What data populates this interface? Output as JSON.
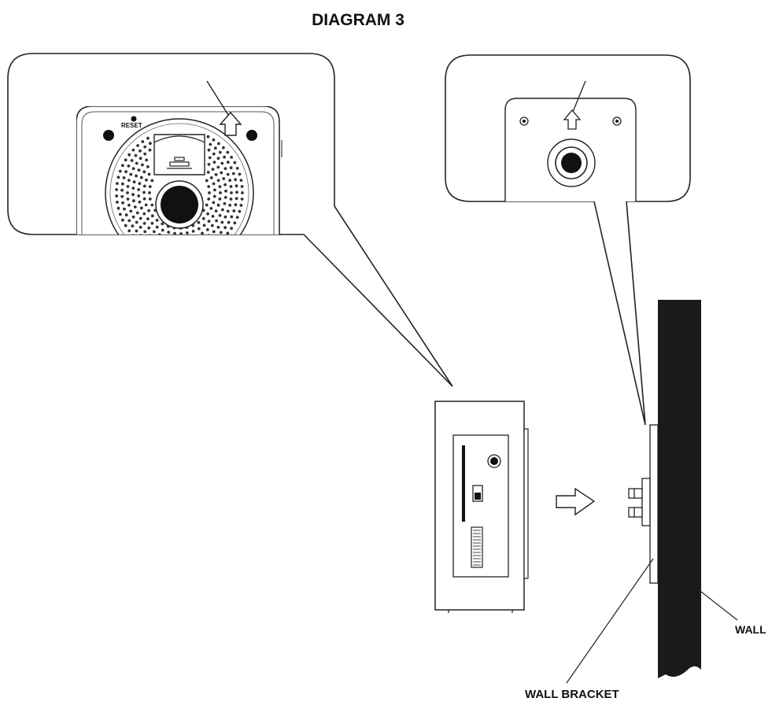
{
  "diagram": {
    "title": "DIAGRAM 3",
    "labels": {
      "reset": "RESET",
      "wall": "WALL",
      "wall_bracket": "WALL BRACKET"
    },
    "colors": {
      "line": "#222222",
      "wall": "#1a1a1a",
      "background": "#ffffff"
    }
  }
}
